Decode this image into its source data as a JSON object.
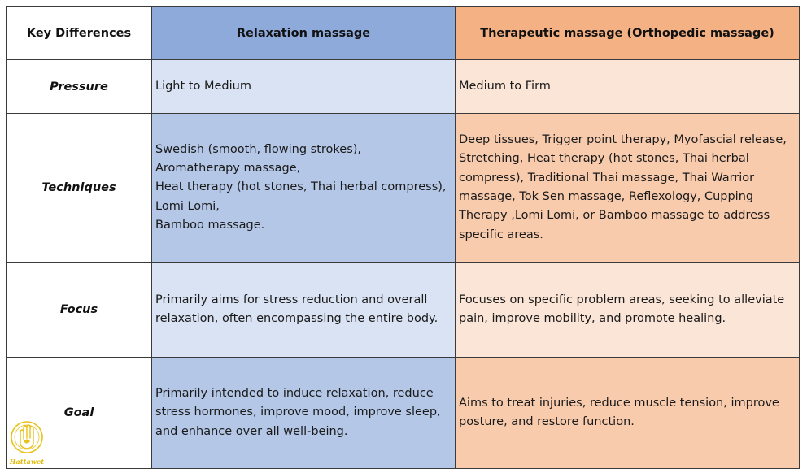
{
  "table": {
    "headers": {
      "key": "Key Differences",
      "relaxation": "Relaxation massage",
      "therapeutic": "Therapeutic massage (Orthopedic massage)"
    },
    "rows": [
      {
        "label": "Pressure",
        "relaxation": [
          "Light to Medium"
        ],
        "therapeutic": [
          "Medium to Firm"
        ]
      },
      {
        "label": "Techniques",
        "relaxation": [
          "Swedish (smooth, flowing strokes),",
          "Aromatherapy massage,",
          "Heat therapy (hot stones, Thai herbal compress),",
          "Lomi Lomi,",
          "Bamboo massage."
        ],
        "therapeutic": [
          "Deep tissues, Trigger point therapy, Myofascial release,",
          "Stretching, Heat therapy (hot stones, Thai herbal",
          "compress), Traditional Thai massage, Thai Warrior",
          "massage, Tok Sen massage, Reflexology, Cupping",
          "Therapy ,Lomi Lomi, or Bamboo massage to address",
          "specific areas."
        ]
      },
      {
        "label": "Focus",
        "relaxation": [
          "Primarily aims for stress reduction and overall",
          "relaxation, often encompassing the entire body."
        ],
        "therapeutic": [
          "Focuses on specific problem areas, seeking to alleviate",
          "pain, improve mobility, and promote healing."
        ]
      },
      {
        "label": "Goal",
        "relaxation": [
          "Primarily intended to induce relaxation, reduce",
          "stress hormones, improve mood, improve sleep,",
          "and enhance over all well-being."
        ],
        "therapeutic": [
          "Aims to treat injuries, reduce muscle tension, improve",
          "posture, and restore function."
        ]
      }
    ]
  },
  "logo": {
    "text": "Hattawet",
    "icon": "hand-lotus-logo-icon",
    "color": "#e0b800"
  },
  "colors": {
    "relax_header": "#8eaadb",
    "relax_light": "#dae3f3",
    "relax_dark": "#b4c7e7",
    "thera_header": "#f4b183",
    "thera_light": "#fbe5d6",
    "thera_dark": "#f8cbad",
    "border": "#3a3a3a"
  }
}
